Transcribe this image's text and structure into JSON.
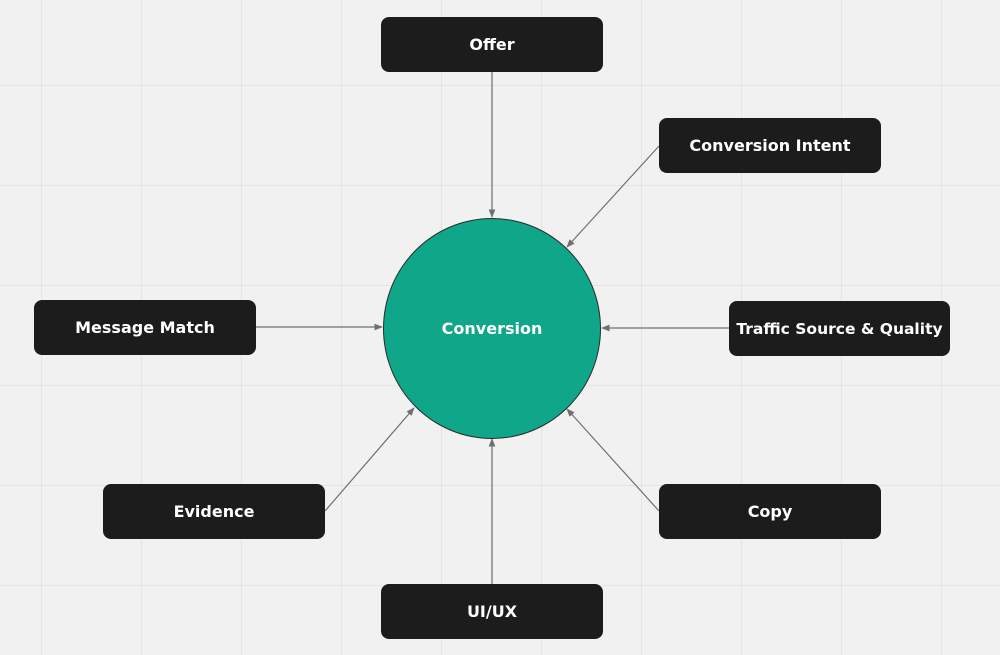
{
  "diagram": {
    "central": {
      "label": "Conversion",
      "color": "#0fa689"
    },
    "node_color": "#1c1c1c",
    "connector_color": "#6f6f6f",
    "nodes": [
      {
        "id": "offer",
        "label": "Offer"
      },
      {
        "id": "conversion-intent",
        "label": "Conversion Intent"
      },
      {
        "id": "message-match",
        "label": "Message Match"
      },
      {
        "id": "traffic-source",
        "label": "Traffic Source & Quality"
      },
      {
        "id": "evidence",
        "label": "Evidence"
      },
      {
        "id": "copy",
        "label": "Copy"
      },
      {
        "id": "uiux",
        "label": "UI/UX"
      }
    ],
    "edges": [
      {
        "from": "offer",
        "to": "central"
      },
      {
        "from": "conversion-intent",
        "to": "central"
      },
      {
        "from": "message-match",
        "to": "central"
      },
      {
        "from": "traffic-source",
        "to": "central"
      },
      {
        "from": "evidence",
        "to": "central"
      },
      {
        "from": "copy",
        "to": "central"
      },
      {
        "from": "uiux",
        "to": "central"
      }
    ]
  }
}
